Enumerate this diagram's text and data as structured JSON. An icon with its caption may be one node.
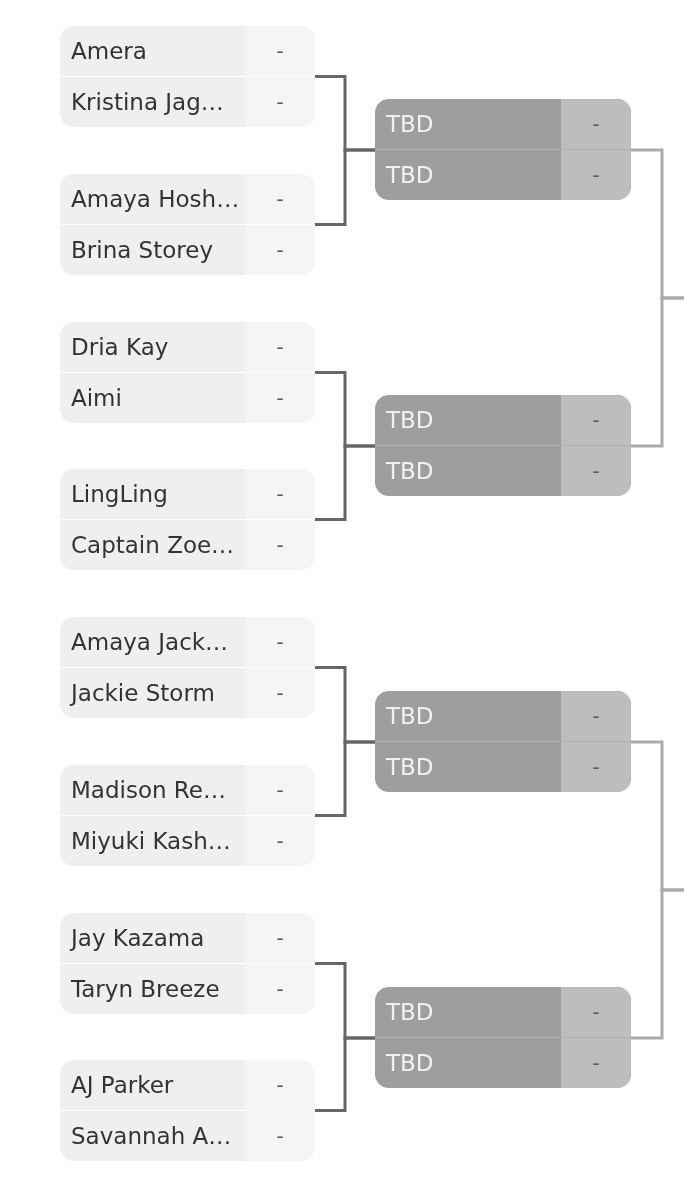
{
  "diagram": {
    "nodes": [
      {
        "text": [],
        "shape": "box"
      },
      {
        "text": [
          "Amera",
          "-"
        ],
        "in": 0
      },
      {
        "text": [
          "Kristina Jag…",
          "-"
        ],
        "in": 0
      },
      {
        "text": [],
        "shape": "box"
      },
      {
        "text": [
          "Amaya Hosh…",
          "-"
        ],
        "in": 3
      },
      {
        "text": [
          "Brina Storey",
          "-"
        ],
        "in": 3
      },
      {
        "text": [],
        "shape": "box"
      },
      {
        "text": [
          "Dria Kay",
          "-"
        ],
        "in": 6
      },
      {
        "text": [
          "Aimi",
          "-"
        ],
        "in": 6
      },
      {
        "text": [],
        "shape": "box"
      },
      {
        "text": [
          "LingLing",
          "-"
        ],
        "in": 9
      },
      {
        "text": [
          "Captain Zoe…",
          "-"
        ],
        "in": 9
      },
      {
        "text": [],
        "shape": "box"
      },
      {
        "text": [
          "Amaya Jack…",
          "-"
        ],
        "in": 12
      },
      {
        "text": [
          "Jackie Storm",
          "-"
        ],
        "in": 12
      },
      {
        "text": [],
        "shape": "box"
      },
      {
        "text": [
          "Madison Re…",
          "-"
        ],
        "in": 15
      },
      {
        "text": [
          "Miyuki Kash…",
          "-"
        ],
        "in": 15
      },
      {
        "text": [],
        "shape": "box"
      },
      {
        "text": [
          "Jay Kazama",
          "-"
        ],
        "in": 18
      },
      {
        "text": [
          "Taryn Breeze",
          "-"
        ],
        "in": 18
      },
      {
        "text": [],
        "shape": "box"
      },
      {
        "text": [
          "AJ Parker",
          "-"
        ],
        "in": 21
      },
      {
        "text": [
          "Savannah A…",
          "-"
        ],
        "in": 21
      },
      {
        "text": [],
        "shape": "box"
      },
      {
        "text": [
          "TBD",
          "-"
        ],
        "in": 24
      },
      {
        "text": [
          "TBD",
          "-"
        ],
        "in": 24
      },
      {
        "text": [],
        "shape": "box"
      },
      {
        "text": [
          "TBD",
          "-"
        ],
        "in": 27
      },
      {
        "text": [
          "TBD",
          "-"
        ],
        "in": 27
      },
      {
        "text": [],
        "shape": "box"
      },
      {
        "text": [
          "TBD",
          "-"
        ],
        "in": 30
      },
      {
        "text": [
          "TBD",
          "-"
        ],
        "in": 30
      },
      {
        "text": [],
        "shape": "box"
      },
      {
        "text": [
          "TBD",
          "-"
        ],
        "in": 33
      },
      {
        "text": [
          "TBD",
          "-"
        ],
        "in": 33
      }
    ],
    "edges": [
      {
        "from": 0,
        "to": 24,
        "arrow": "none"
      },
      {
        "from": 3,
        "to": 24,
        "arrow": "none"
      },
      {
        "from": 6,
        "to": 27,
        "arrow": "none"
      },
      {
        "from": 9,
        "to": 27,
        "arrow": "none"
      },
      {
        "from": 12,
        "to": 30,
        "arrow": "none"
      },
      {
        "from": 15,
        "to": 30,
        "arrow": "none"
      },
      {
        "from": 18,
        "to": 33,
        "arrow": "none"
      },
      {
        "from": 21,
        "to": 33,
        "arrow": "none"
      },
      {
        "from": 24,
        "to": null,
        "arrow": "none",
        "color": "#aaaaaa"
      },
      {
        "from": 27,
        "to": null,
        "arrow": "none",
        "color": "#aaaaaa"
      },
      {
        "from": 30,
        "to": null,
        "arrow": "none",
        "color": "#aaaaaa"
      },
      {
        "from": 33,
        "to": null,
        "arrow": "none",
        "color": "#aaaaaa"
      }
    ]
  }
}
